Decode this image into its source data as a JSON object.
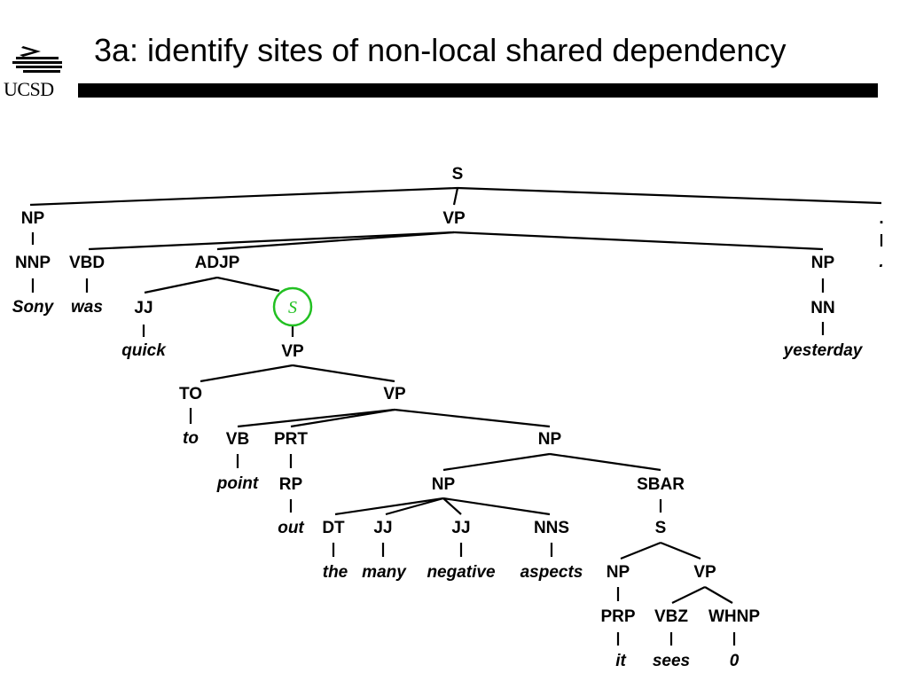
{
  "slide": {
    "title": "3a: identify sites of non-local shared dependency",
    "logo_text": "UCSD"
  },
  "tree": {
    "nodes": {
      "n_S": "S",
      "n_NP1": "NP",
      "n_VP1": "VP",
      "n_NNP": "NNP",
      "n_Sony": "Sony",
      "n_VBD": "VBD",
      "n_was": "was",
      "n_ADJP": "ADJP",
      "n_JJ1": "JJ",
      "n_quick": "quick",
      "n_VP2": "VP",
      "n_TO": "TO",
      "n_to": "to",
      "n_VP3": "VP",
      "n_VB": "VB",
      "n_point": "point",
      "n_PRT": "PRT",
      "n_RP": "RP",
      "n_out": "out",
      "n_NP2": "NP",
      "n_NP3": "NP",
      "n_DT": "DT",
      "n_the": "the",
      "n_JJ2": "JJ",
      "n_many": "many",
      "n_JJ3": "JJ",
      "n_negative": "negative",
      "n_NNS": "NNS",
      "n_aspects": "aspects",
      "n_SBAR": "SBAR",
      "n_S2": "S",
      "n_NP4": "NP",
      "n_PRP": "PRP",
      "n_it": "it",
      "n_VP4": "VP",
      "n_VBZ": "VBZ",
      "n_sees": "sees",
      "n_WHNP": "WHNP",
      "n_zero": "0",
      "n_NP5": "NP",
      "n_NN": "NN",
      "n_yesterday": "yesterday",
      "n_PUNCT": "."
    },
    "marker": {
      "label": "S",
      "color": "#22c022"
    }
  }
}
